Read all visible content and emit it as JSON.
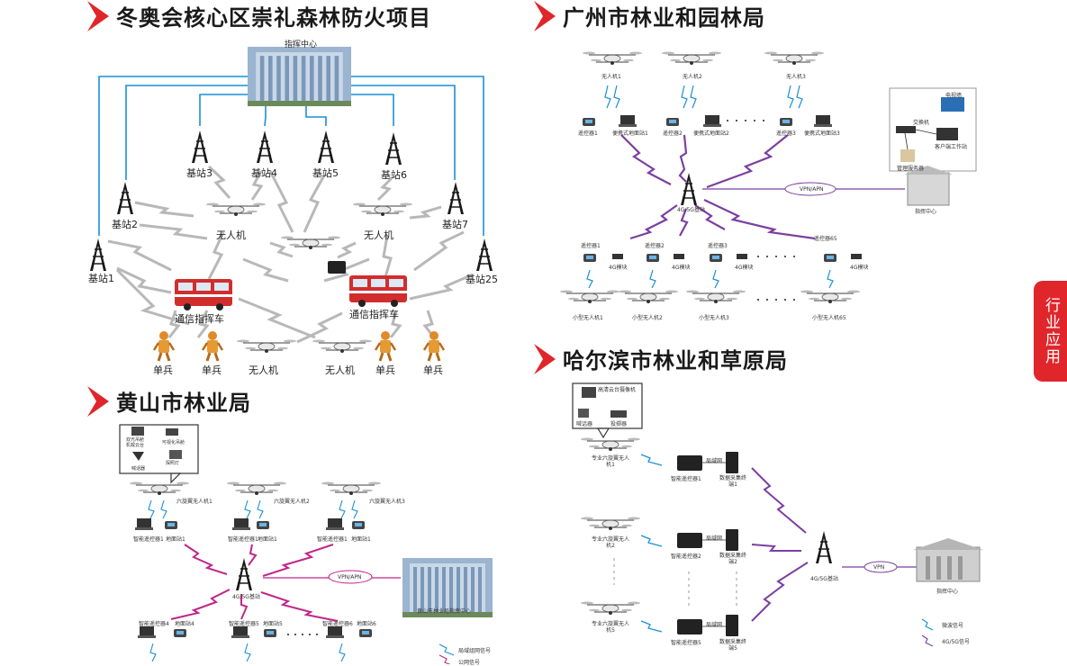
{
  "sections": {
    "s1": {
      "title": "冬奥会核心区崇礼森林防火项目"
    },
    "s2": {
      "title": "广州市林业和园林局"
    },
    "s3": {
      "title": "黄山市林业局"
    },
    "s4": {
      "title": "哈尔滨市林业和草原局"
    }
  },
  "side_tab": {
    "label": "行业应用"
  },
  "colors": {
    "accent": "#e0262b",
    "link_blue": "#1a8fd8",
    "lightning_gray": "#b0b0b0",
    "lightning_purple": "#7b3fa0",
    "lightning_magenta": "#c0268a"
  },
  "d1": {
    "hq": "指挥中心",
    "stations": [
      "基站1",
      "基站2",
      "基站3",
      "基站4",
      "基站5",
      "基站6",
      "基站7",
      "基站25"
    ],
    "drone": "无人机",
    "vehicle": "通信指挥车",
    "soldier": "单兵"
  },
  "d2": {
    "drones_top": [
      "无人机1",
      "无人机2",
      "无人机3"
    ],
    "rc": [
      "遥控器1",
      "遥控器2",
      "遥控器3"
    ],
    "gs": [
      "便携式地面站1",
      "便携式地面站2",
      "便携式地面站3"
    ],
    "base": "4G/5G基站",
    "vpn": "VPN/APN",
    "switch": "交换机",
    "wall": "电视墙",
    "client": "客户端工作站",
    "server": "管理服务器",
    "center": "指挥中心",
    "rc_bottom": [
      "遥控器1",
      "遥控器2",
      "遥控器3",
      "遥控器65"
    ],
    "module": "4G模块",
    "small_drones": [
      "小型无人机1",
      "小型无人机2",
      "小型无人机3",
      "小型无人机65"
    ]
  },
  "d3": {
    "payloads": [
      "双光吊舱",
      "机载云台",
      "可视化吊舱",
      "探照灯",
      "喊话器"
    ],
    "drones": [
      "六旋翼无人机1",
      "六旋翼无人机2",
      "六旋翼无人机3"
    ],
    "rc": [
      "智能遥控器1",
      "地面站1"
    ],
    "base": "4G/5G基站",
    "vpn": "VPN/APN",
    "center": "黄山市林业局指挥中心",
    "bottom": [
      "智能遥控器4",
      "地面站4",
      "智能遥控器5",
      "地面站5",
      "智能遥控器6",
      "地面站6"
    ],
    "legend": [
      "局域组网信号",
      "公网信号"
    ]
  },
  "d4": {
    "payloads": [
      "高清云台摄像机",
      "喊话器",
      "投掷器"
    ],
    "drones": [
      "专业六旋翼无人机1",
      "专业六旋翼无人机2",
      "专业六旋翼无人机5"
    ],
    "rc": [
      "智能遥控器1",
      "智能遥控器2",
      "智能遥控器5"
    ],
    "collect": [
      "数据采集终端1",
      "数据采集终端2",
      "数据采集终端5"
    ],
    "net": "局域网",
    "base": "4G/5G基站",
    "vpn": "VPN",
    "center": "指挥中心",
    "legend": [
      "微波信号",
      "4G/5G信号"
    ]
  }
}
